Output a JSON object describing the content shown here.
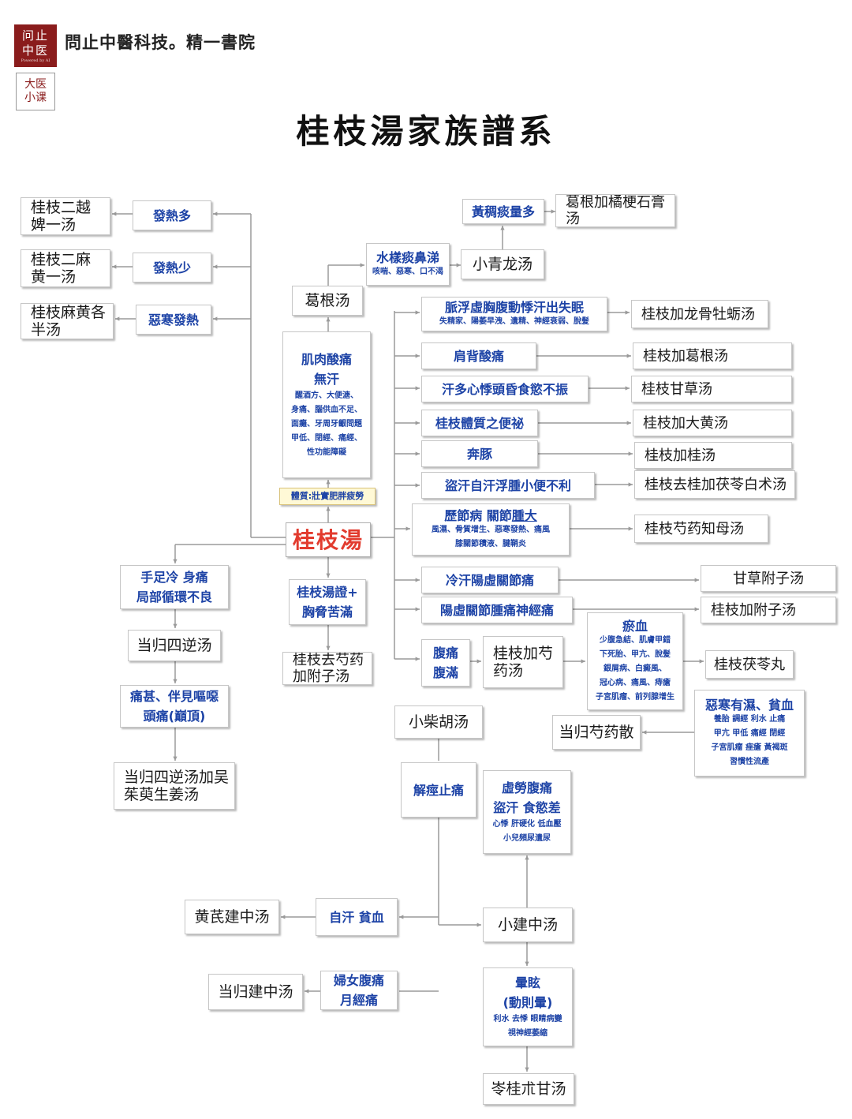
{
  "header": {
    "logo_top": "问止",
    "logo_bottom": "中医",
    "logo_tagline": "Powered by AI",
    "logo2_line1": "大医",
    "logo2_line2": "小课",
    "brand": "問止中醫科技。精一書院",
    "title": "桂枝湯家族譜系"
  },
  "colors": {
    "symptom_text": "#1d43a6",
    "main_node_text": "#e23b2e",
    "connector": "#9a9a9a",
    "constitution_fill": "#fff9d6"
  },
  "nodes": {
    "guizhi_erbi": {
      "lines": [
        "桂枝二越",
        "婢一汤"
      ]
    },
    "fare_duo": {
      "lines": [
        "發熱多"
      ]
    },
    "guizhi_erma": {
      "lines": [
        "桂枝二麻",
        "黄一汤"
      ]
    },
    "fare_shao": {
      "lines": [
        "發熱少"
      ]
    },
    "guizhi_mage": {
      "lines": [
        "桂枝麻黄各",
        "半汤"
      ]
    },
    "ehan_fare": {
      "lines": [
        "惡寒發熱"
      ]
    },
    "gegen": {
      "lines": [
        "葛根汤"
      ]
    },
    "jirou": {
      "lines": [
        "肌肉酸痛",
        "無汗"
      ],
      "notes": [
        "醒酒方、大便溏、",
        "身痛、腦供血不足、",
        "面癱、牙周牙齦問題",
        "甲低、閉經、痛經、",
        "性功能障礙"
      ]
    },
    "tizhi": {
      "lines": [
        "體質:壯實肥胖疲勞"
      ]
    },
    "shuiyang": {
      "lines": [
        "水樣痰鼻涕"
      ],
      "notes": [
        "咳喘、惡寒、口不渴"
      ]
    },
    "xiaoqinglong": {
      "lines": [
        "小青龙汤"
      ]
    },
    "huangchou": {
      "lines": [
        "黃稠痰量多"
      ]
    },
    "gegen_jiegeng": {
      "lines": [
        "葛根加橘梗石膏汤"
      ]
    },
    "mai_fu": {
      "lines": [
        "脈浮虛胸腹動悸汗出失眠"
      ],
      "notes": [
        "失精家、陽萎早洩、遺精、神經衰弱、脫髮"
      ]
    },
    "longgu": {
      "lines": [
        "桂枝加龙骨牡蛎汤"
      ]
    },
    "jianbei": {
      "lines": [
        "肩背酸痛"
      ]
    },
    "jia_gegen": {
      "lines": [
        "桂枝加葛根汤"
      ]
    },
    "handuo": {
      "lines": [
        "汗多心悸頭昏食慾不振"
      ]
    },
    "gancao": {
      "lines": [
        "桂枝甘草汤"
      ]
    },
    "bianmi": {
      "lines": [
        "桂枝體質之便祕"
      ]
    },
    "dahuang": {
      "lines": [
        "桂枝加大黄汤"
      ]
    },
    "bentun": {
      "lines": [
        "奔豚"
      ]
    },
    "jia_guizhi": {
      "lines": [
        "桂枝加桂汤"
      ]
    },
    "daohan": {
      "lines": [
        "盜汗自汗浮腫小便不利"
      ]
    },
    "fuling_baizhu": {
      "lines": [
        "桂枝去桂加茯苓白术汤"
      ]
    },
    "lijie": {
      "lines": [
        "歷節病 關節",
        "腫大"
      ],
      "notes": [
        "風濕、骨質增生、惡寒發熱、痛風",
        "膝關節積液、腱鞘炎"
      ]
    },
    "zhimu": {
      "lines": [
        "桂枝芍药知母汤"
      ]
    },
    "main": {
      "lines": [
        "桂枝湯"
      ]
    },
    "shouzu": {
      "lines": [
        "手足冷 身痛",
        "局部循環不良"
      ]
    },
    "danggui_sini": {
      "lines": [
        "当归四逆汤"
      ]
    },
    "tongshen": {
      "lines": [
        "痛甚、伴見嘔噁",
        "頭痛(巔頂)"
      ]
    },
    "danggui_wuzhuyu": {
      "lines": [
        "当归四逆汤加吴",
        "茱萸生姜汤"
      ]
    },
    "guizhi_zheng": {
      "lines": [
        "桂枝湯證+",
        "胸脅苦滿"
      ]
    },
    "qu_shaoyao": {
      "lines": [
        "桂枝去芍药",
        "加附子汤"
      ]
    },
    "lenghan": {
      "lines": [
        "冷汗陽虛關節痛"
      ]
    },
    "gancao_fuzi": {
      "lines": [
        "甘草附子汤"
      ]
    },
    "yangxu": {
      "lines": [
        "陽虛關節腫痛神經痛"
      ]
    },
    "jia_fuzi": {
      "lines": [
        "桂枝加附子汤"
      ]
    },
    "futong": {
      "lines": [
        "腹痛",
        "腹滿"
      ]
    },
    "jia_shaoyao": {
      "lines": [
        "桂枝加芍",
        "药汤"
      ]
    },
    "yuxue": {
      "lines": [
        "瘀血"
      ],
      "notes": [
        "少腹急結、肌膚甲錯",
        "下死胎、甲亢、脫髮",
        "銀屑病、白癜風、",
        "冠心病、痛風、痔瘡",
        "子宮肌瘤、前列腺增生"
      ]
    },
    "fuling_wan": {
      "lines": [
        "桂枝茯苓丸"
      ]
    },
    "ehan_youshi": {
      "lines": [
        "惡寒有濕、貧血"
      ],
      "notes": [
        "養胎 調經 利水 止痛",
        "甲亢 甲低 痛經 閉經",
        "子宮肌瘤 痤瘡 黃褐斑",
        "習慣性流產"
      ]
    },
    "danggui_shaoyao": {
      "lines": [
        "当归芍药散"
      ]
    },
    "xiaochaihu": {
      "lines": [
        "小柴胡汤"
      ]
    },
    "jiejing": {
      "lines": [
        "解痙止痛"
      ]
    },
    "xulao": {
      "lines": [
        "虛勞腹痛",
        "盜汗 食慾差"
      ],
      "notes": [
        "心悸 肝硬化 低血壓",
        "小兒頻尿遺尿"
      ]
    },
    "huangqi_jianzhong": {
      "lines": [
        "黄芪建中汤"
      ]
    },
    "zihan": {
      "lines": [
        "自汗  貧血"
      ]
    },
    "xiaojianzhong": {
      "lines": [
        "小建中汤"
      ]
    },
    "danggui_jianzhong": {
      "lines": [
        "当归建中汤"
      ]
    },
    "funv": {
      "lines": [
        "婦女腹痛",
        "月經痛"
      ]
    },
    "xuanyun": {
      "lines": [
        "暈眩",
        "(動則暈)"
      ],
      "notes": [
        "利水 去悸 眼睛病變",
        "視神經萎縮"
      ]
    },
    "linggui": {
      "lines": [
        "岺桂朮甘汤"
      ]
    }
  }
}
